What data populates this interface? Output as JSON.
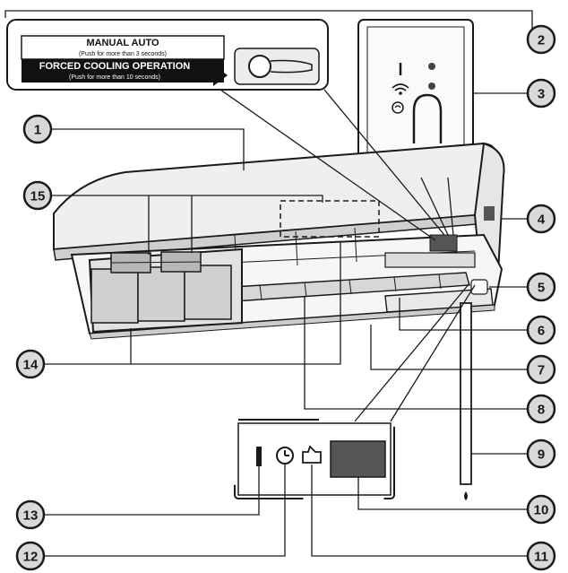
{
  "button_label": {
    "manual_title": "MANUAL AUTO",
    "manual_sub": "(Push for more than 3 seconds)",
    "forced_title": "FORCED COOLING OPERATION",
    "forced_sub": "(Push for more than 10 seconds)"
  },
  "callouts": [
    {
      "number": "1"
    },
    {
      "number": "2"
    },
    {
      "number": "3"
    },
    {
      "number": "4"
    },
    {
      "number": "5"
    },
    {
      "number": "6"
    },
    {
      "number": "7"
    },
    {
      "number": "8"
    },
    {
      "number": "9"
    },
    {
      "number": "10"
    },
    {
      "number": "11"
    },
    {
      "number": "12"
    },
    {
      "number": "13"
    },
    {
      "number": "14"
    },
    {
      "number": "15"
    }
  ],
  "colors": {
    "line": "#1a1a1a",
    "callout_fill": "#d9d9d9",
    "unit_fill": "#f2f2f2",
    "dark_panel": "#555555",
    "label_band": "#111111"
  },
  "icons": [
    "wifi-icon",
    "timer-icon",
    "purifier-icon",
    "power-indicator-icon",
    "remote-button-icon"
  ]
}
